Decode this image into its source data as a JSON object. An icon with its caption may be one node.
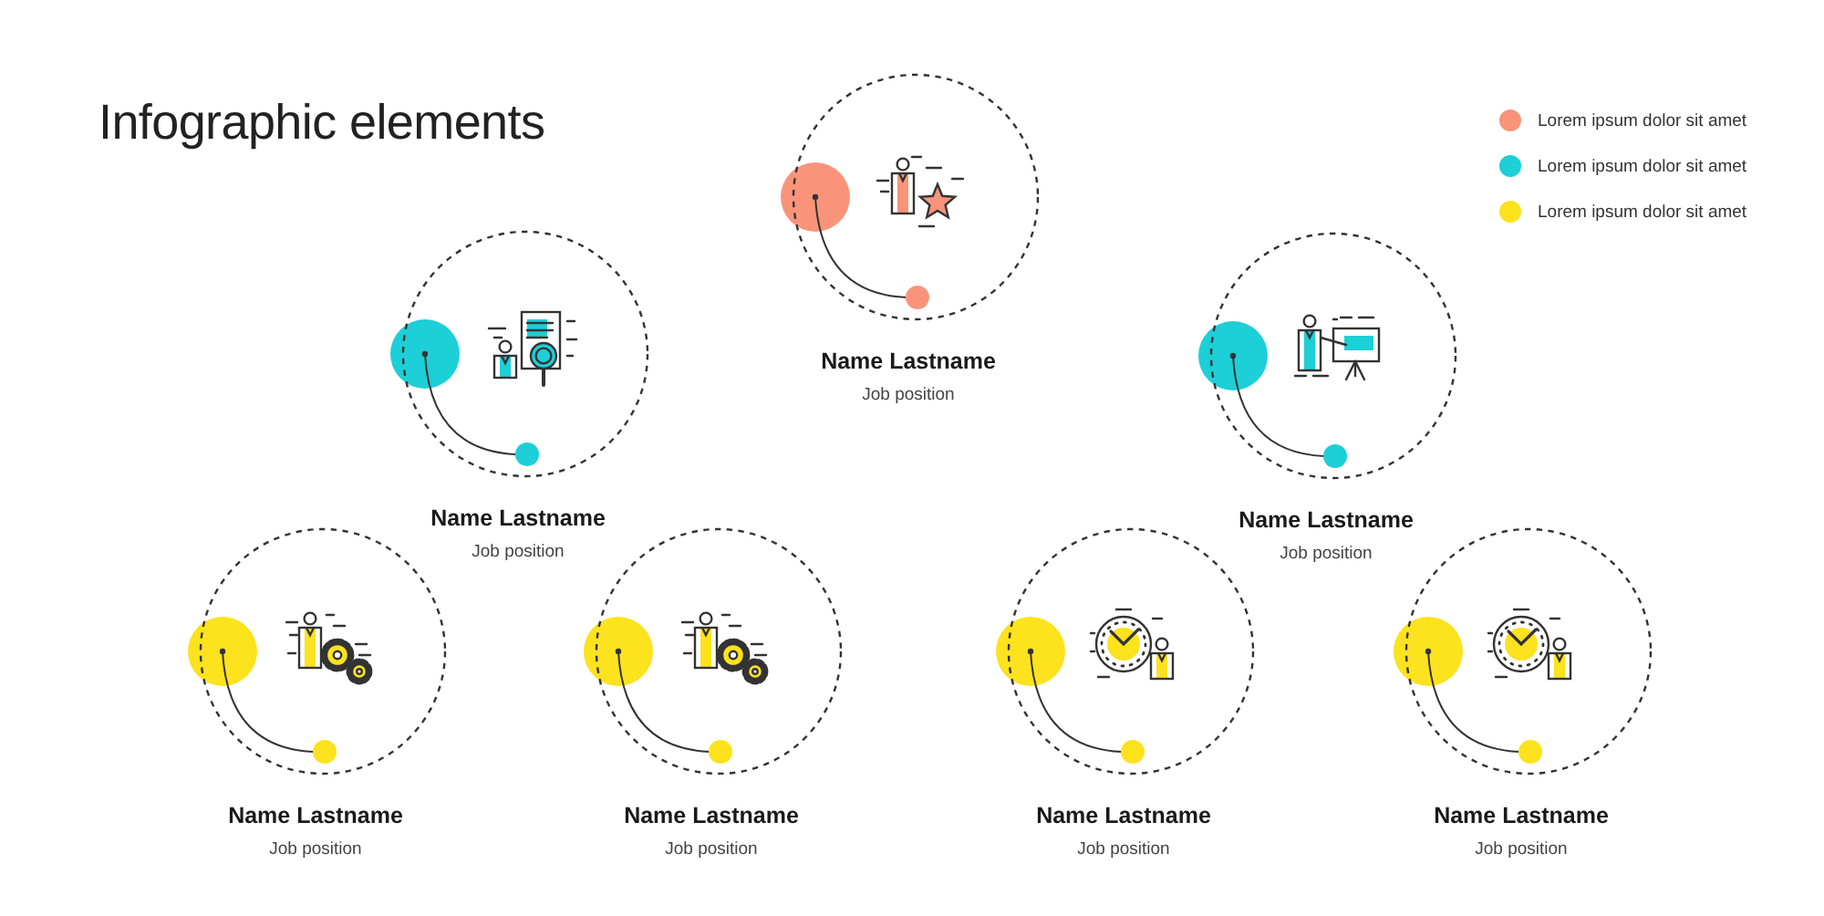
{
  "diagram": {
    "title": "Infographic elements",
    "nodes": [
      {
        "text": [
          "Name Lastname",
          "Job position"
        ]
      },
      {
        "text": [
          "Name Lastname",
          "Job position"
        ]
      },
      {
        "text": [
          "Name Lastname",
          "Job position"
        ]
      },
      {
        "text": [
          "Name Lastname",
          "Job position"
        ]
      },
      {
        "text": [
          "Name Lastname",
          "Job position"
        ]
      },
      {
        "text": [
          "Name Lastname",
          "Job position"
        ]
      },
      {
        "text": [
          "Name Lastname",
          "Job position"
        ]
      }
    ],
    "legend": [
      {
        "text": "Lorem ipsum dolor sit amet",
        "color": "#f9947b"
      },
      {
        "text": "Lorem ipsum dolor sit amet",
        "color": "#1dcfd7"
      },
      {
        "text": "Lorem ipsum dolor sit amet",
        "color": "#fde21e"
      }
    ]
  }
}
